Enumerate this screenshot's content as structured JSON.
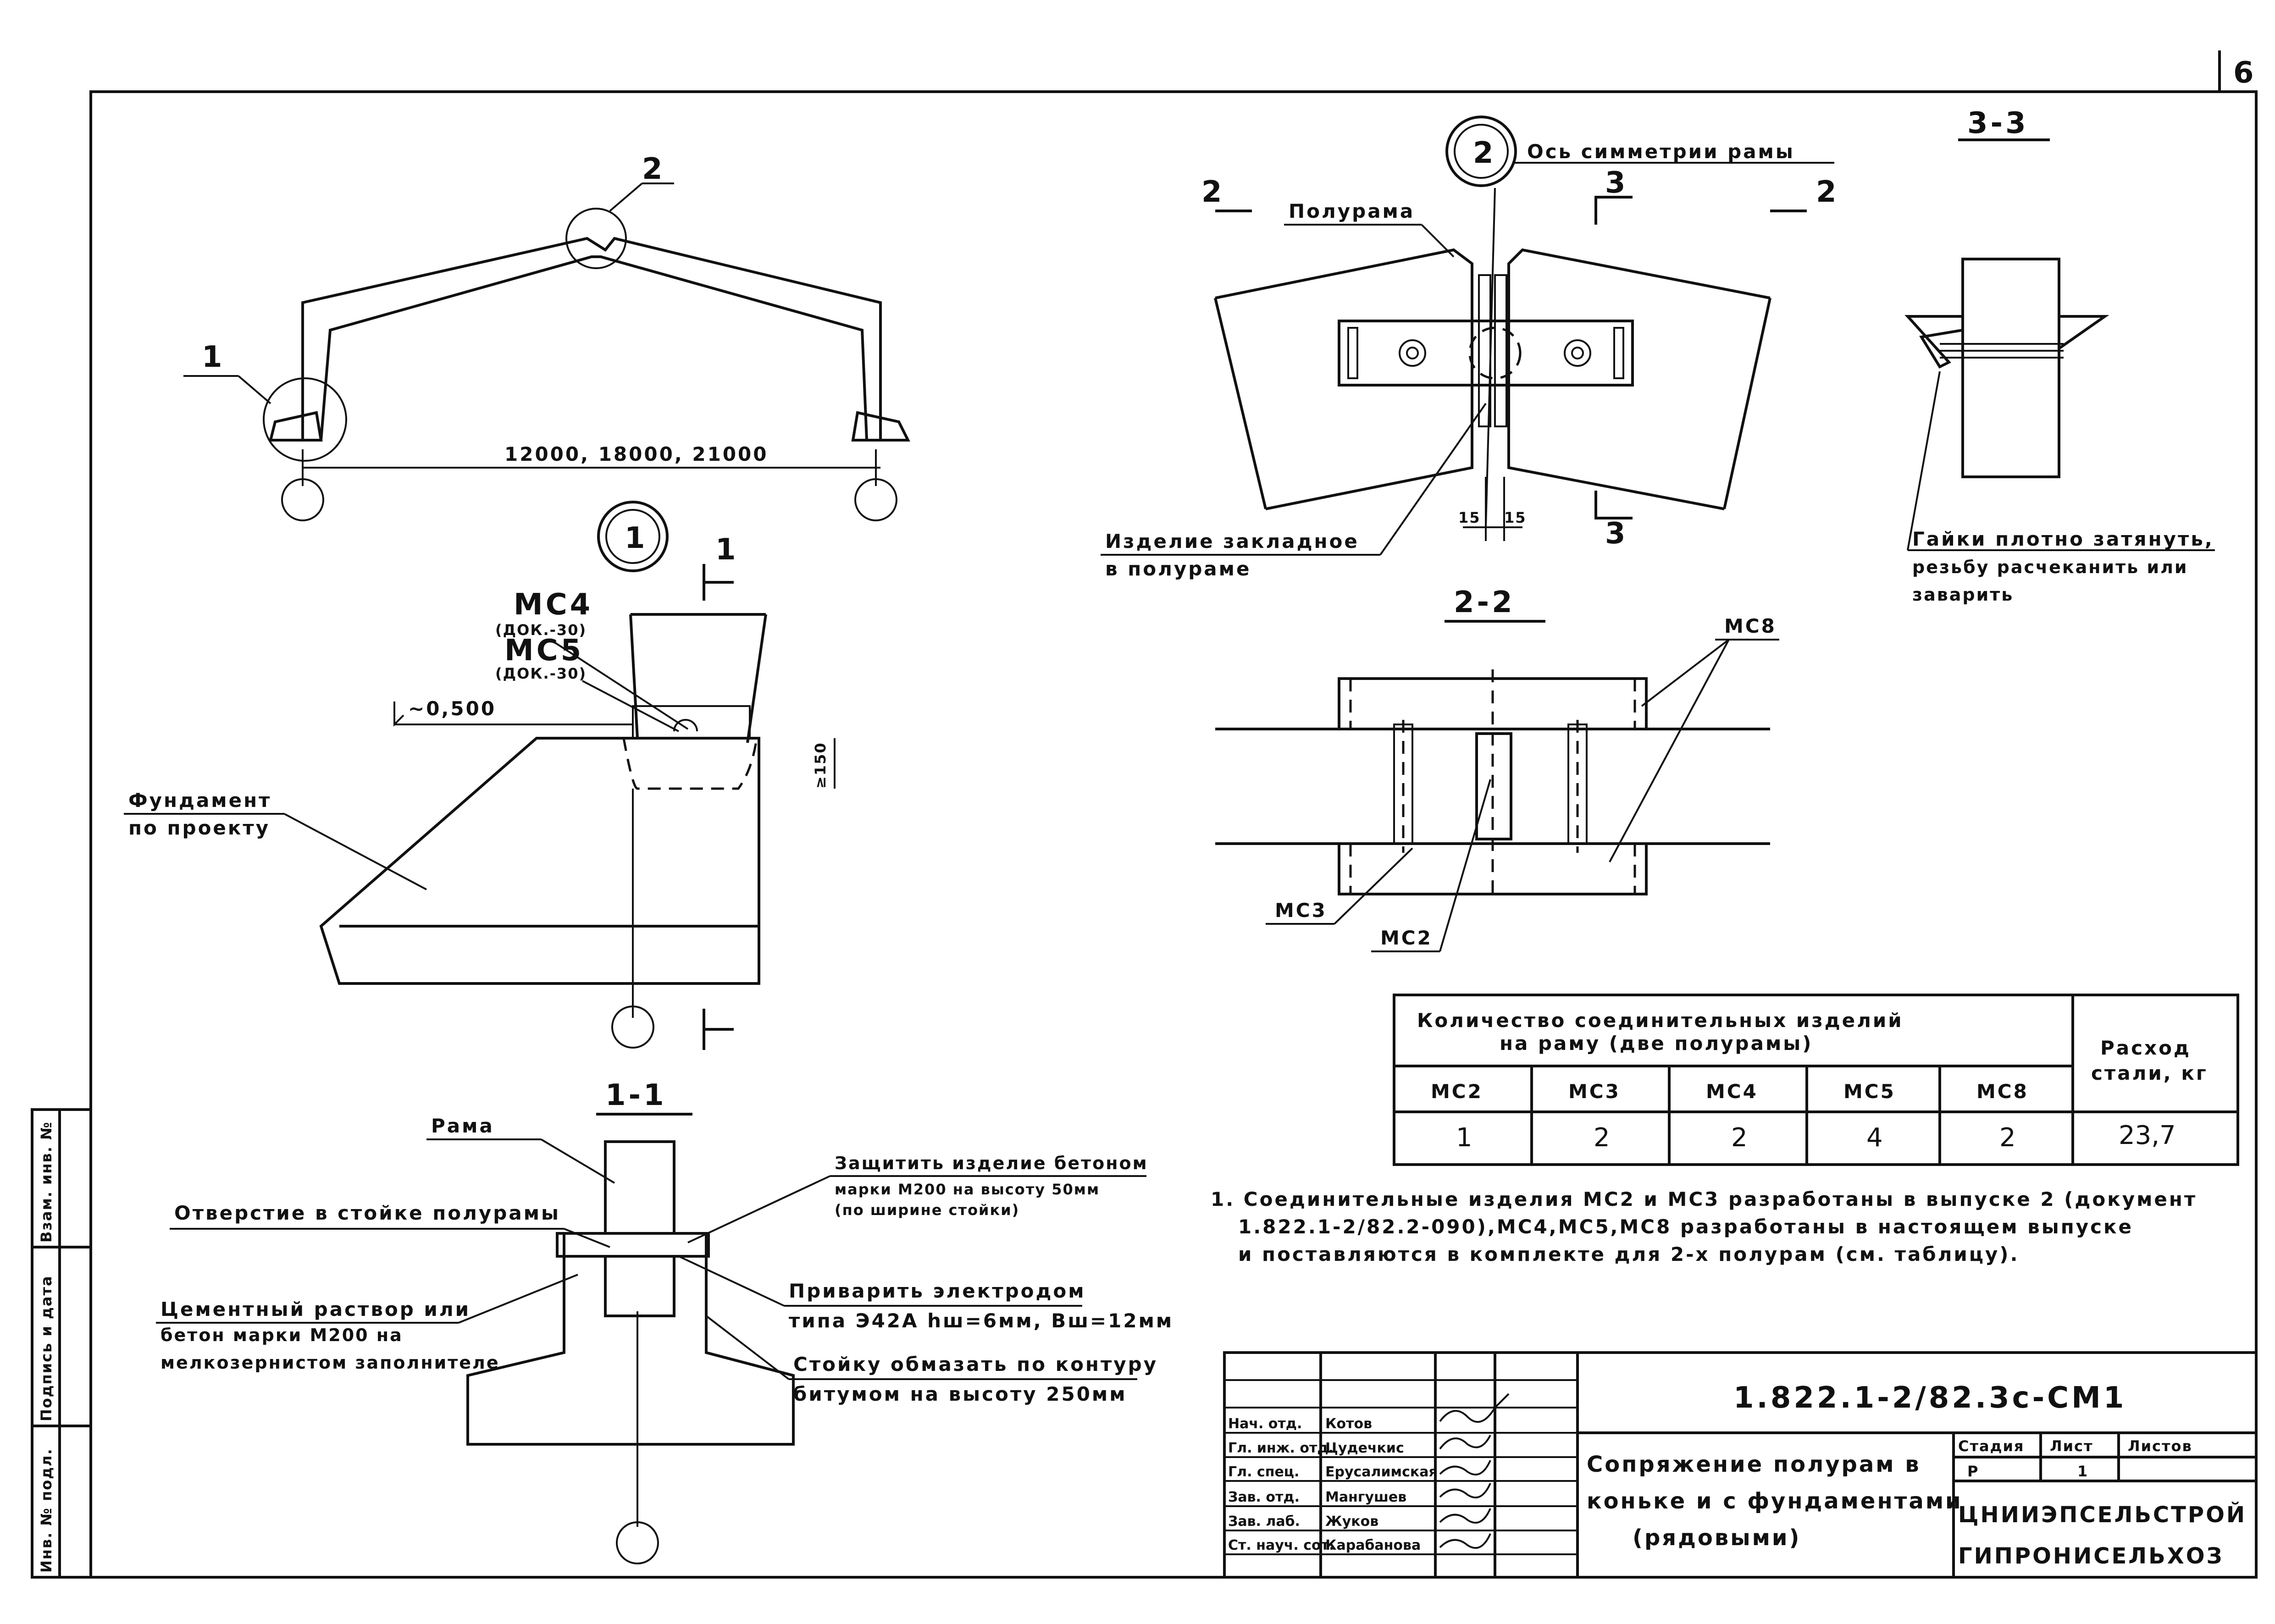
{
  "sheet": {
    "page_number": "6"
  },
  "elevation": {
    "marker_2": "2",
    "marker_1": "1",
    "span": "12000, 18000, 21000"
  },
  "node1": {
    "marker": "1",
    "section_mark": "1",
    "mc4": "МС4",
    "mc4_doc": "(ДОК.-30)",
    "mc5": "МС5",
    "mc5_doc": "(ДОК.-30)",
    "level": "~0,500",
    "dim150": "≥150",
    "foundation_1": "Фундамент",
    "foundation_2": "по проекту"
  },
  "node2": {
    "marker": "2",
    "axis_label": "Ось симметрии рамы",
    "half_frame": "Полурама",
    "cut2": "2",
    "cut3": "3",
    "dim_a": "15",
    "dim_b": "15",
    "embedded_1": "Изделие закладное",
    "embedded_2": "в полураме"
  },
  "section33": {
    "title": "3-3",
    "note_1": "Гайки плотно затянуть,",
    "note_2": "резьбу расчеканить или",
    "note_3": "заварить"
  },
  "section22": {
    "title": "2-2",
    "mc8": "МС8",
    "mc3": "МС3",
    "mc2": "МС2"
  },
  "section11": {
    "title": "1-1",
    "frame": "Рама",
    "hole": "Отверстие в стойке полурамы",
    "protect_1": "Защитить изделие бетоном",
    "protect_2": "марки М200 на высоту 50мм",
    "protect_3": "(по ширине стойки)",
    "mortar_1": "Цементный раствор или",
    "mortar_2": "бетон марки М200 на",
    "mortar_3": "мелкозернистом заполнителе",
    "weld_1": "Приварить электродом",
    "weld_2": "типа Э42А hш=6мм, Вш=12мм",
    "bitumen_1": "Стойку обмазать по контуру",
    "bitumen_2": "битумом на высоту 250мм"
  },
  "table": {
    "header_1": "Количество соединительных изделий",
    "header_2": "на раму (две полурамы)",
    "steel_1": "Расход",
    "steel_2": "стали, кг",
    "columns": [
      "МС2",
      "МС3",
      "МС4",
      "МС5",
      "МС8"
    ],
    "values": [
      "1",
      "2",
      "2",
      "4",
      "2"
    ],
    "steel_value": "23,7"
  },
  "notes": {
    "line1": "1. Соединительные изделия МС2 и МС3 разработаны в выпуске 2 (документ",
    "line2": "1.822.1-2/82.2-090),МС4,МС5,МС8 разработаны в настоящем выпуске",
    "line3": "и поставляются в комплекте для 2-х полурам (см. таблицу)."
  },
  "side_stamp": {
    "inv_podl": "Инв. № подл.",
    "sign_date": "Подпись и дата",
    "vzam": "Взам. инв. №"
  },
  "title_block": {
    "code": "1.822.1-2/82.3с-СМ1",
    "name_1": "Сопряжение полурам в",
    "name_2": "коньке и с фундаментами",
    "name_3": "(рядовыми)",
    "stage_label": "Стадия",
    "sheet_label": "Лист",
    "sheets_label": "Листов",
    "stage": "Р",
    "sheet": "1",
    "sheets": "",
    "org_1": "ЦНИИЭПСЕЛЬСТРОЙ",
    "org_2": "ГИПРОНИСЕЛЬХОЗ",
    "roles": [
      "Нач. отд.",
      "Гл. инж. отд.",
      "Гл. спец.",
      "Зав. отд.",
      "Зав. лаб.",
      "Ст. науч. сот."
    ],
    "names": [
      "Котов",
      "Цудечкис",
      "Ерусалимская",
      "Мангушев",
      "Жуков",
      "Карабанова"
    ]
  }
}
